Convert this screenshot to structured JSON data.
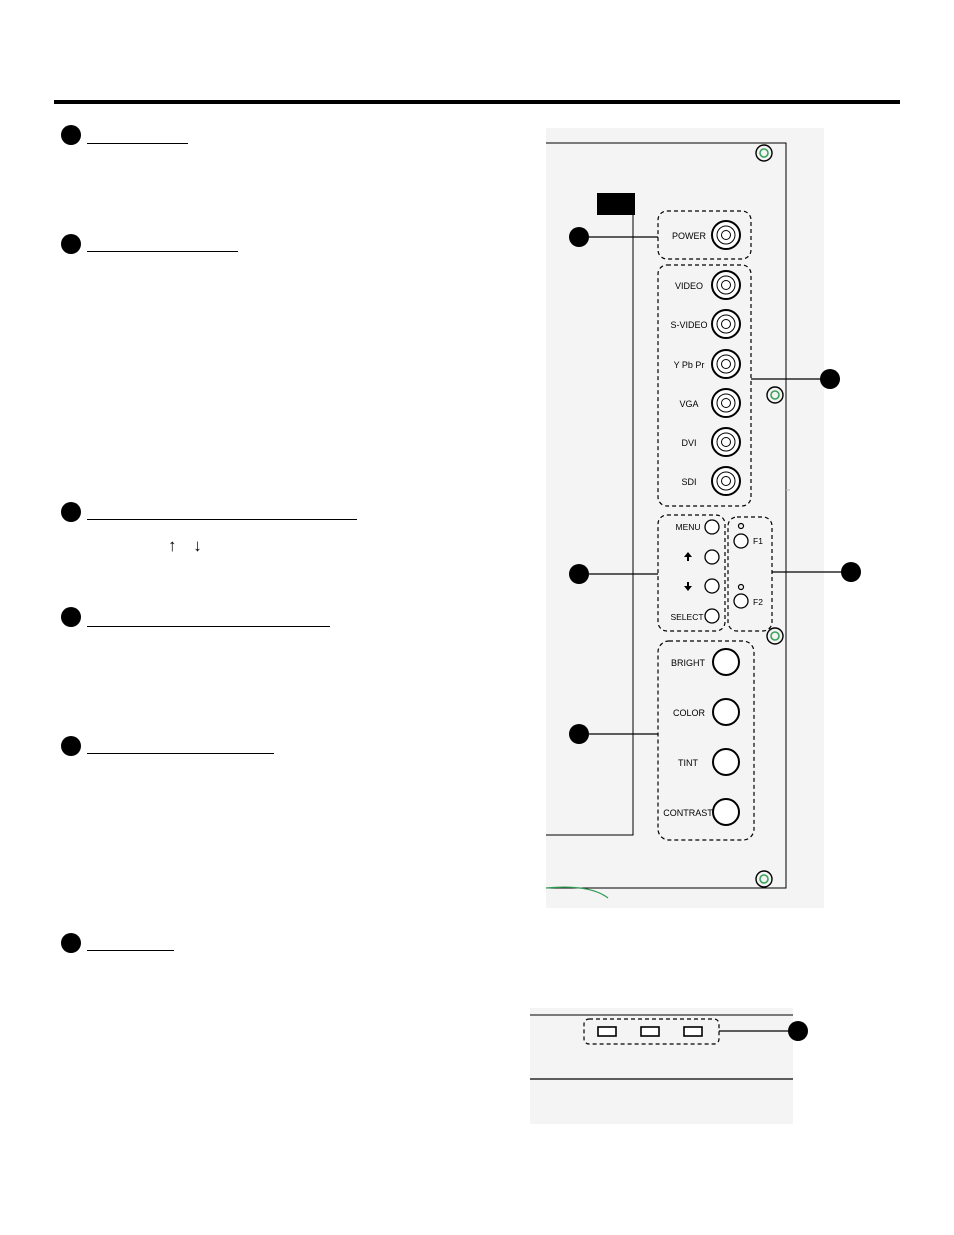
{
  "document": {
    "arrows_text": "↑ ↓"
  },
  "panel": {
    "power_label": "POWER",
    "inputs": [
      "VIDEO",
      "S-VIDEO",
      "Y Pb Pr",
      "VGA",
      "DVI",
      "SDI"
    ],
    "menu_labels": [
      "MENU",
      "SELECT"
    ],
    "function_labels": [
      "F1",
      "F2"
    ],
    "adjust_labels": [
      "BRIGHT",
      "COLOR",
      "TINT",
      "CONTRAST"
    ]
  }
}
